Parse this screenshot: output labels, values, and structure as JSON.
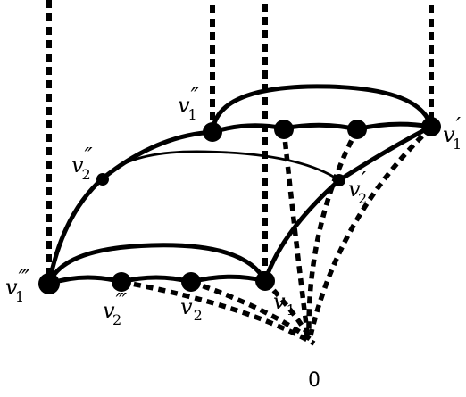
{
  "labels": {
    "v1pp": {
      "base": "v",
      "sub": "1",
      "sup": "″"
    },
    "v2pp": {
      "base": "v",
      "sub": "2",
      "sup": "″"
    },
    "v1ppp": {
      "base": "v",
      "sub": "1",
      "sup": "‴"
    },
    "v2ppp": {
      "base": "v",
      "sub": "2",
      "sup": "‴"
    },
    "v2": {
      "base": "v",
      "sub": "2",
      "sup": ""
    },
    "v1": {
      "base": "v",
      "sub": "1",
      "sup": ""
    },
    "v1p": {
      "base": "v",
      "sub": "1",
      "sup": "′"
    },
    "v2p": {
      "base": "v",
      "sub": "2",
      "sup": "′"
    },
    "origin": "0"
  },
  "colors": {
    "ink": "#000000",
    "background": "#ffffff"
  }
}
